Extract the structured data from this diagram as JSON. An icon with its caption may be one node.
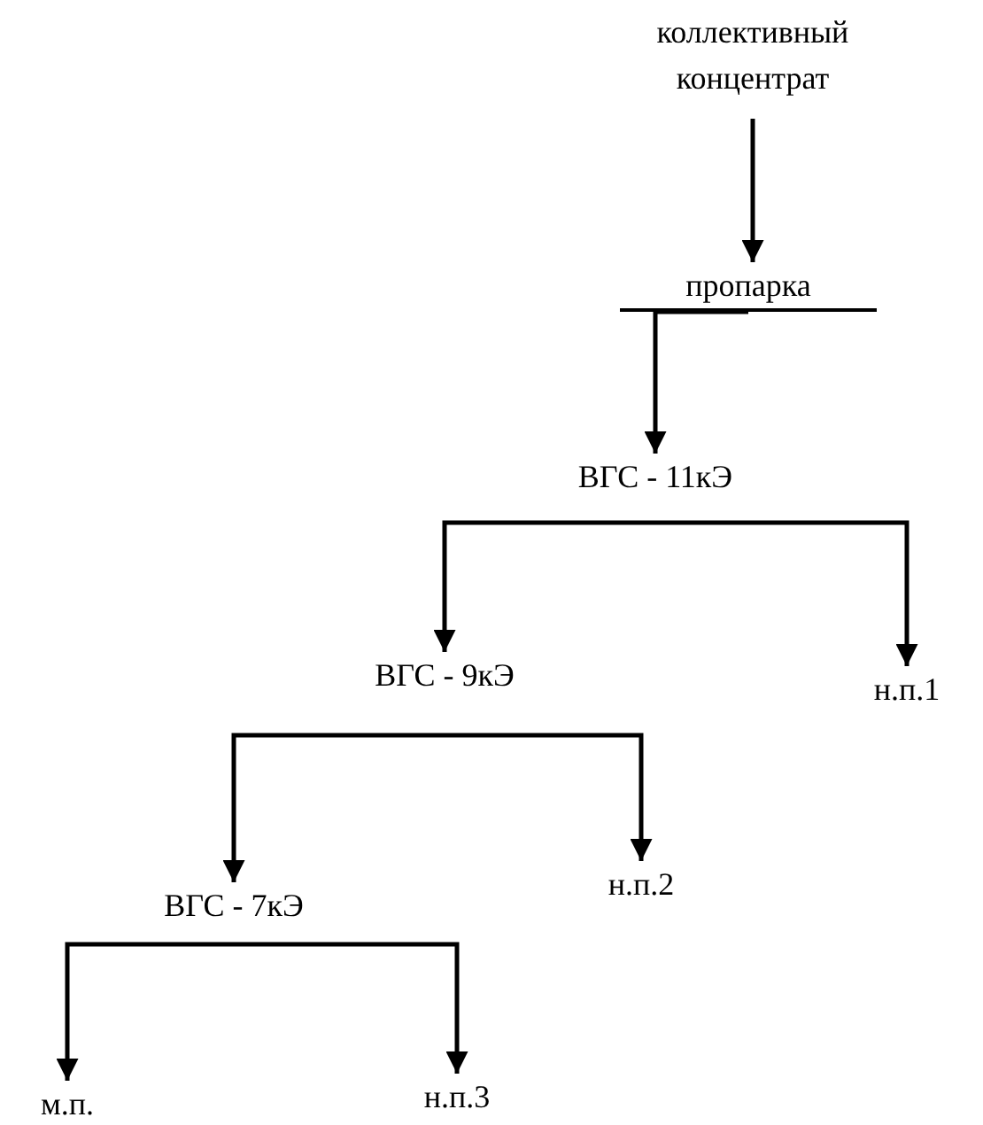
{
  "diagram": {
    "nodes": [
      {
        "text": [
          "коллективный концентрат"
        ]
      },
      {
        "text": [
          "пропарка"
        ]
      },
      {
        "text": [
          "ВГС - 11кЭ"
        ]
      },
      {
        "text": [
          "ВГС - 9кЭ"
        ]
      },
      {
        "text": [
          "н.п.1"
        ]
      },
      {
        "text": [
          "ВГС - 7кЭ"
        ]
      },
      {
        "text": [
          "н.п.2"
        ]
      },
      {
        "text": [
          "м.п."
        ]
      },
      {
        "text": [
          "н.п.3"
        ]
      }
    ],
    "edges": [
      {
        "from": 0,
        "to": 1,
        "arrow": "to"
      },
      {
        "from": 1,
        "to": 2,
        "arrow": "to"
      },
      {
        "from": 2,
        "to": 3,
        "arrow": "to"
      },
      {
        "from": 2,
        "to": 4,
        "arrow": "to"
      },
      {
        "from": 3,
        "to": 5,
        "arrow": "to"
      },
      {
        "from": 3,
        "to": 6,
        "arrow": "to"
      },
      {
        "from": 5,
        "to": 7,
        "arrow": "to"
      },
      {
        "from": 5,
        "to": 8,
        "arrow": "to"
      }
    ]
  }
}
